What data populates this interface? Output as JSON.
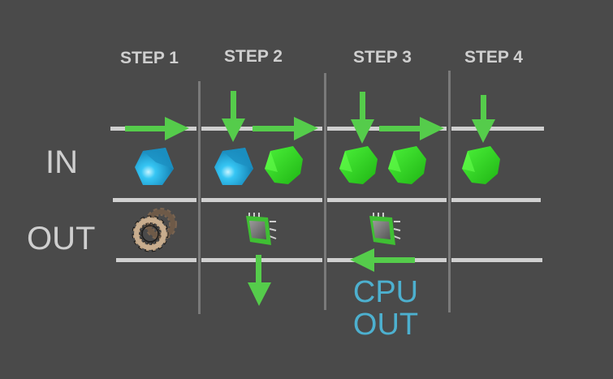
{
  "steps": [
    {
      "label": "STEP 1"
    },
    {
      "label": "STEP 2"
    },
    {
      "label": "STEP 3"
    },
    {
      "label": "STEP 4"
    }
  ],
  "rows": {
    "in_label": "IN",
    "out_label": "OUT"
  },
  "annotation": {
    "line1": "CPU",
    "line2": "OUT"
  },
  "colors": {
    "background": "#4a4a4a",
    "arrow": "#55cc4b",
    "blue_gem": "#2ab8e8",
    "green_gem": "#33cc22",
    "annotation": "#4db0cf"
  },
  "cells": {
    "in": [
      [
        "blue-gem"
      ],
      [
        "blue-gem",
        "green-gem"
      ],
      [
        "green-gem",
        "green-gem"
      ],
      [
        "green-gem"
      ]
    ],
    "out": [
      [
        "gears"
      ],
      [
        "cpu"
      ],
      [
        "cpu"
      ],
      []
    ]
  }
}
